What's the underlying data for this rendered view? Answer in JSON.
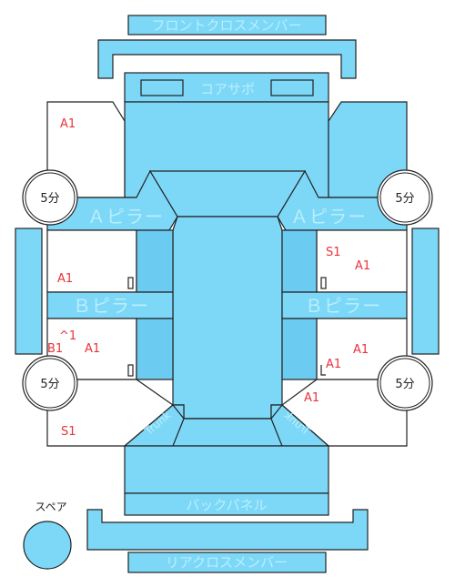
{
  "parts": {
    "front_cross_member": "フロントクロスメンバー",
    "core_support": "コアサポ",
    "a_pillar": "Ａピラー",
    "b_pillar": "Ｂピラー",
    "back_panel": "バックパネル",
    "rear_cross_member": "リアクロスメンバー",
    "spare": "スペア",
    "trunk_left": "Trunk",
    "trunk_right": "Trunk"
  },
  "damage_codes": {
    "front_left_fender": "A1",
    "front_left_door": "A1",
    "rear_left_door_top": "^1",
    "rear_left_door_b": "B1",
    "rear_left_door_a": "A1",
    "rear_left_quarter": "S1",
    "front_right_door_s": "S1",
    "front_right_door_a": "A1",
    "rear_right_door_a1": "A1",
    "rear_right_door_a2": "A1",
    "rear_right_quarter": "A1"
  },
  "wheel_labels": {
    "front_left": "5分",
    "front_right": "5分",
    "rear_left": "5分",
    "rear_right": "5分"
  },
  "colors": {
    "panel": "#7dd8f8",
    "code": "#e8333a"
  }
}
